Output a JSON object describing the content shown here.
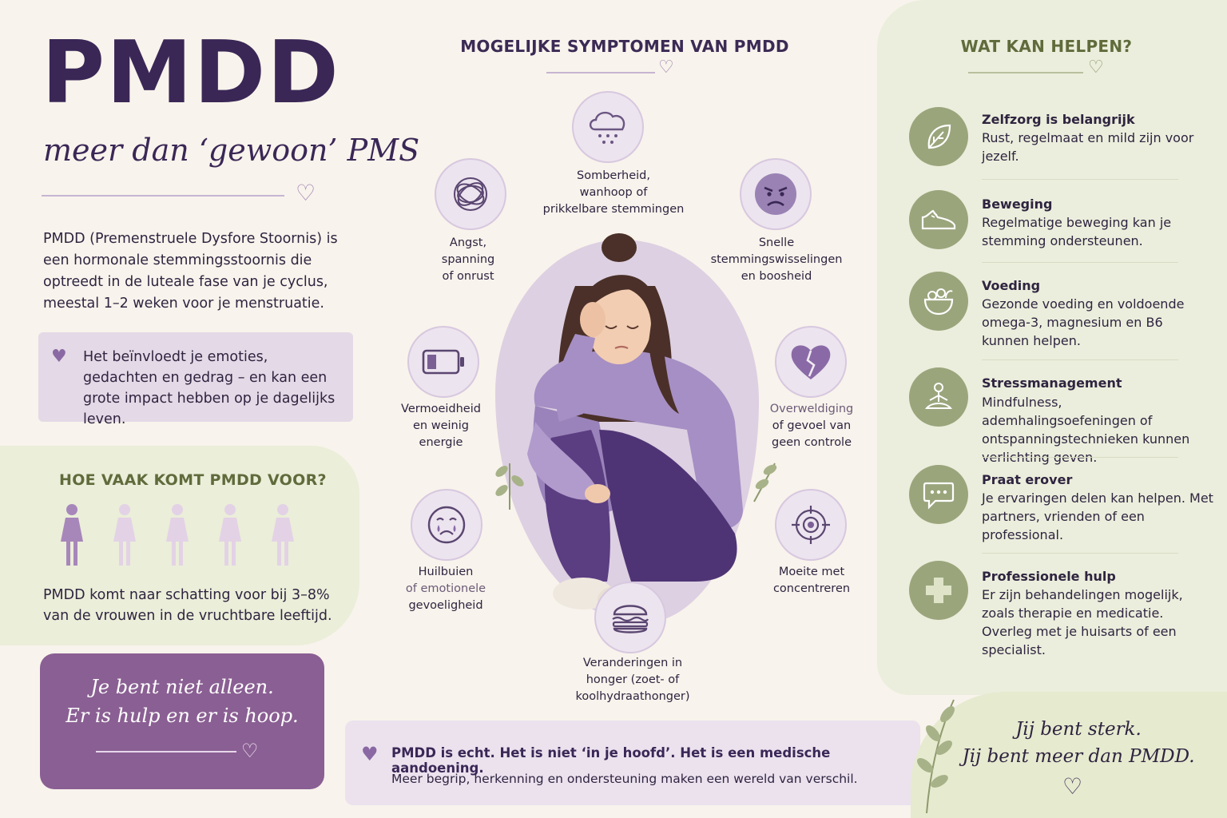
{
  "header": {
    "title": "PMDD",
    "subtitle": "meer dan ‘gewoon’ PMS"
  },
  "intro": {
    "text": "PMDD (Premenstruele Dysfore Stoornis) is een hormonale stemmingsstoornis die optreedt in de luteale fase van je cyclus, meestal 1–2 weken voor je menstruatie."
  },
  "impact": {
    "text": "Het beïnvloedt je emoties, gedachten en gedrag – en kan een grote impact hebben op je dagelijks leven."
  },
  "frequency": {
    "title": "HOE VAAK KOMT PMDD VOOR?",
    "highlighted_count": 1,
    "total_count": 5,
    "text": "PMDD komt naar schatting voor bij 3–8% van de vrouwen in de vruchtbare leeftijd."
  },
  "hope": {
    "line1": "Je bent niet alleen.",
    "line2": "Er is hulp en er is hoop."
  },
  "symptoms": {
    "title": "MOGELIJKE SYMPTOMEN VAN PMDD",
    "items": [
      {
        "line1": "Somberheid,",
        "line2": "wanhoop of",
        "line3": "prikkelbare stemmingen",
        "icon": "rain-cloud-icon"
      },
      {
        "line1": "Angst,",
        "line2": "spanning",
        "line3": "of onrust",
        "icon": "tangled-scribble-icon"
      },
      {
        "line1": "Snelle",
        "line2": "stemmingswisselingen",
        "line3": "en boosheid",
        "icon": "angry-face-icon"
      },
      {
        "line1": "Vermoeidheid",
        "line2": "en weinig",
        "line3": "energie",
        "icon": "low-battery-icon"
      },
      {
        "line1": "Overweldiging",
        "line2": "of gevoel van",
        "line3": "geen controle",
        "icon": "broken-heart-icon"
      },
      {
        "line1": "Huilbuien",
        "line2": "of emotionele",
        "line3": "gevoeligheid",
        "icon": "crying-face-icon"
      },
      {
        "line1": "Moeite met",
        "line2": "concentreren",
        "line3": "",
        "icon": "target-icon"
      },
      {
        "line1": "Veranderingen in",
        "line2": "honger (zoet- of",
        "line3": "koolhydraathonger)",
        "icon": "burger-icon"
      }
    ]
  },
  "banner": {
    "title": "PMDD is echt. Het is niet ‘in je hoofd’. Het is een medische aandoening.",
    "subtitle": "Meer begrip, herkenning en ondersteuning maken een wereld van verschil."
  },
  "help": {
    "title": "WAT KAN HELPEN?",
    "items": [
      {
        "heading": "Zelfzorg is belangrijk",
        "body": "Rust, regelmaat en mild zijn voor jezelf.",
        "icon": "leaf-icon"
      },
      {
        "heading": "Beweging",
        "body": "Regelmatige beweging kan je stemming ondersteunen.",
        "icon": "sneaker-icon"
      },
      {
        "heading": "Voeding",
        "body": "Gezonde voeding en voldoende omega-3, magnesium en B6 kunnen helpen.",
        "icon": "salad-bowl-icon"
      },
      {
        "heading": "Stressmanagement",
        "body": "Mindfulness, ademhalingsoefeningen of ontspanningstechnieken kunnen verlichting geven.",
        "icon": "meditation-icon"
      },
      {
        "heading": "Praat erover",
        "body": "Je ervaringen delen kan helpen. Met partners, vrienden of een professional.",
        "icon": "speech-bubble-icon"
      },
      {
        "heading": "Professionele hulp",
        "body": "Er zijn behandelingen mogelijk, zoals therapie en medicatie. Overleg met je huisarts of een specialist.",
        "icon": "medical-cross-icon"
      }
    ]
  },
  "closing": {
    "line1": "Jij bent sterk.",
    "line2": "Jij bent meer dan PMDD."
  },
  "colors": {
    "background": "#f8f3ec",
    "primary_purple": "#3a2756",
    "accent_purple": "#8a5f93",
    "sage_green": "#9aa57c",
    "olive_text": "#606b3c"
  }
}
